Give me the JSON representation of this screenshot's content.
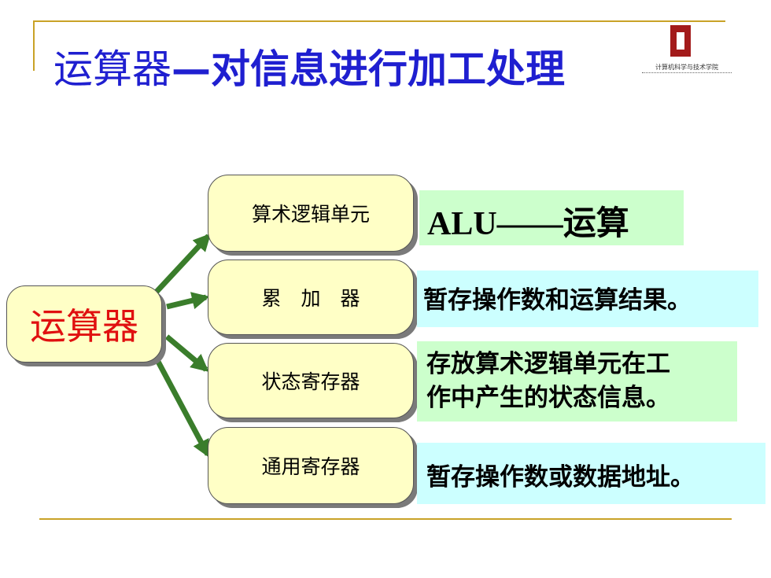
{
  "slide": {
    "title_part1": "运算器",
    "title_part2": "—对信息进行加工处理",
    "logo": {
      "text": "计算机科学与技术学院"
    }
  },
  "diagram": {
    "root": "运算器",
    "nodes": [
      {
        "label": "算术逻辑单元"
      },
      {
        "label": "累　加　器"
      },
      {
        "label": "状态寄存器"
      },
      {
        "label": "通用寄存器"
      }
    ],
    "descriptions": {
      "alu_latin": "ALU——",
      "alu_cjk": "运算",
      "accumulator": "暂存操作数和运算结果。",
      "status_line1": "存放算术逻辑单元在工",
      "status_line2": "作中产生的状态信息。",
      "gpr": "暂存操作数或数据地址。"
    }
  },
  "colors": {
    "title": "#1f1fd0",
    "root_text": "#e01010",
    "node_fill": "#ffffc6",
    "arrow": "#3a7d2b",
    "frame_line": "#c9a227",
    "desc_green": "#ccffcc",
    "desc_cyan": "#ccffff",
    "logo_red": "#a31b1b"
  }
}
